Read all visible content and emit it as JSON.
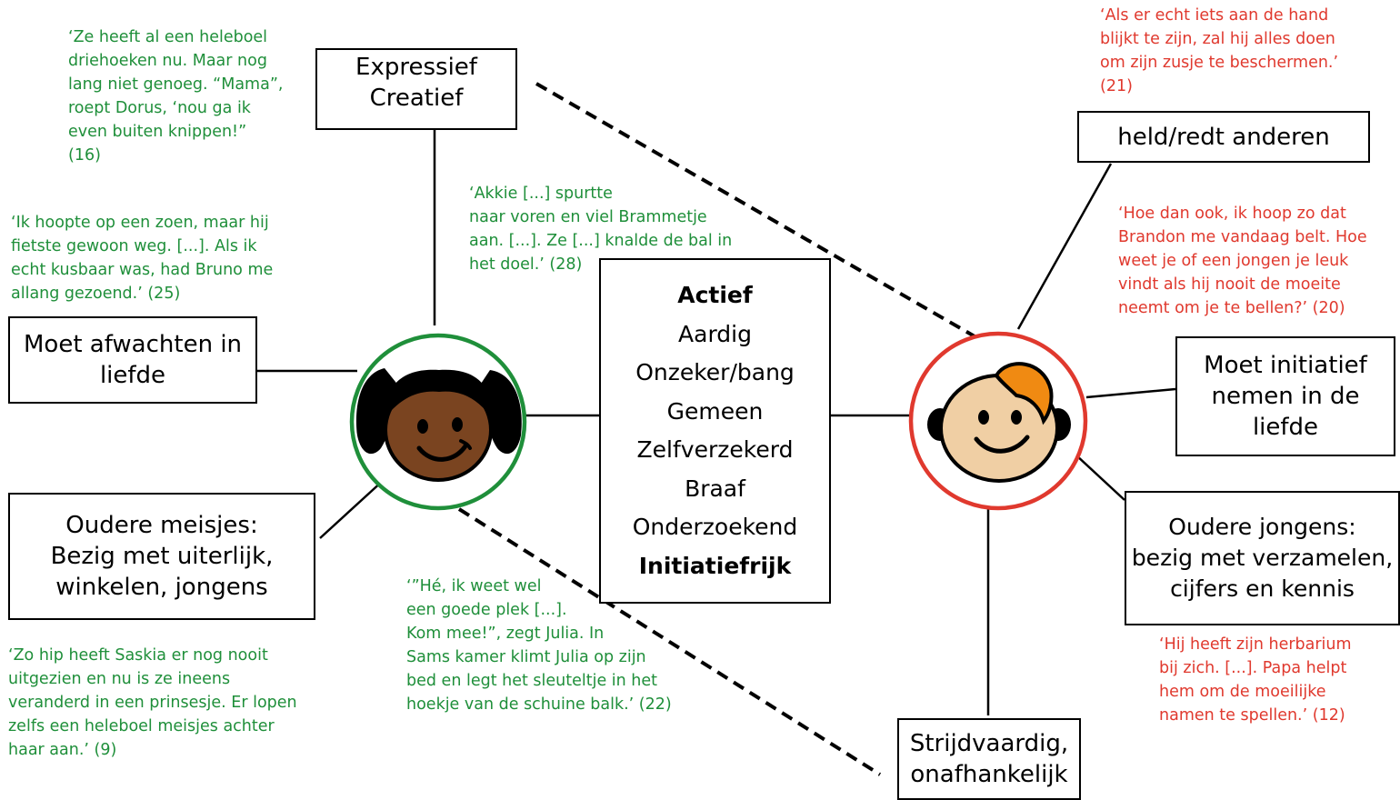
{
  "girl": {
    "traits_creative": [
      "Expressief",
      "Creatief"
    ],
    "love": [
      "Moet afwachten in",
      "liefde"
    ],
    "older": [
      "Oudere meisjes:",
      "Bezig met uiterlijk,",
      "winkelen, jongens"
    ],
    "quote_creative": "‘Ze heeft al een heleboel\ndriehoeken nu. Maar nog\nlang niet genoeg. “Mama”,\nroept Dorus, ‘nou ga ik\neven buiten knippen!”\n(16)",
    "quote_love": "‘Ik hoopte op een zoen, maar hij\nfietste gewoon weg. [...]. Als ik\necht kusbaar was, had Bruno me\nallang gezoend.’ (25)",
    "quote_older": "‘Zo hip heeft Saskia er nog nooit\nuitgezien en nu is ze ineens\nveranderd in een prinsesje. Er lopen\nzelfs een heleboel meisjes achter\nhaar aan.’ (9)",
    "circle_color": "#1f8f3a"
  },
  "center": {
    "traits": [
      "Actief",
      "Aardig",
      "Onzeker/bang",
      "Gemeen",
      "Zelfverzekerd",
      "Braaf",
      "Onderzoekend",
      "Initiatiefrijk"
    ],
    "quote_active": "‘Akkie [...] spurtte\nnaar voren en viel Brammetje\naan. [...]. Ze [...] knalde de bal in\nhet doel.’ (28)",
    "quote_initiative": "‘”Hé, ik weet wel\neen goede plek [...].\nKom mee!”, zegt Julia. In\nSams kamer klimt Julia op zijn\nbed en legt het sleuteltje in het\nhoekje van de schuine balk.’ (22)"
  },
  "boy": {
    "hero": [
      "held/redt anderen"
    ],
    "love": [
      "Moet initiatief",
      "nemen in de",
      "liefde"
    ],
    "older": [
      "Oudere jongens:",
      "bezig met verzamelen,",
      "cijfers en kennis"
    ],
    "fighter": [
      "Strijdvaardig,",
      "onafhankelijk"
    ],
    "quote_hero": "‘Als er echt iets aan de hand\nblijkt te zijn, zal hij alles doen\nom zijn zusje te beschermen.’\n(21)",
    "quote_love": "‘Hoe dan ook, ik hoop zo dat\nBrandon me vandaag belt. Hoe\nweet je of een jongen je leuk\nvindt als hij nooit de moeite\nneemt om je te bellen?’ (20)",
    "quote_older": "‘Hij heeft zijn herbarium\nbij zich. [...]. Papa helpt\nhem om de moeilijke\nnamen te spellen.’ (12)",
    "circle_color": "#e0392e"
  }
}
